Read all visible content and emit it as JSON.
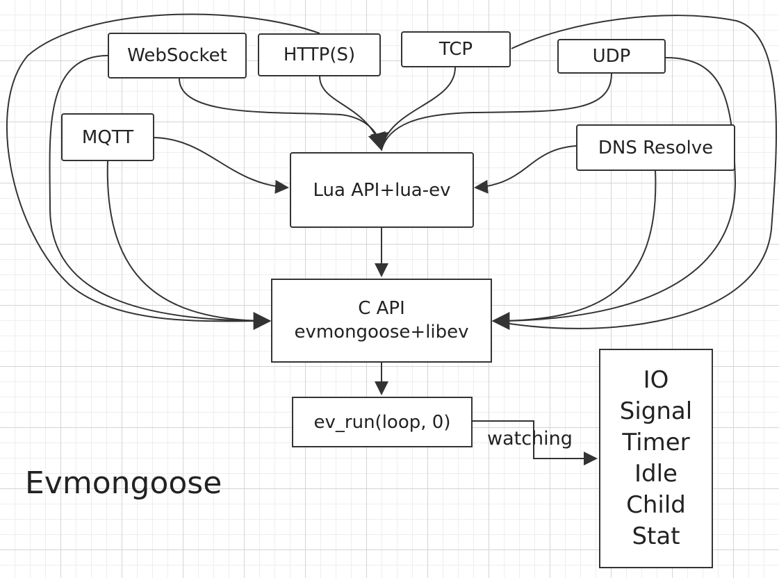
{
  "nodes": {
    "websocket": "WebSocket",
    "https": "HTTP(S)",
    "tcp": "TCP",
    "udp": "UDP",
    "mqtt": "MQTT",
    "dns": "DNS Resolve",
    "lua_api": "Lua API+lua-ev",
    "c_api_line1": "C API",
    "c_api_line2": "evmongoose+libev",
    "ev_run": "ev_run(loop, 0)"
  },
  "watchers": [
    "IO",
    "Signal",
    "Timer",
    "Idle",
    "Child",
    "Stat"
  ],
  "edge_label": "watching",
  "title": "Evmongoose"
}
